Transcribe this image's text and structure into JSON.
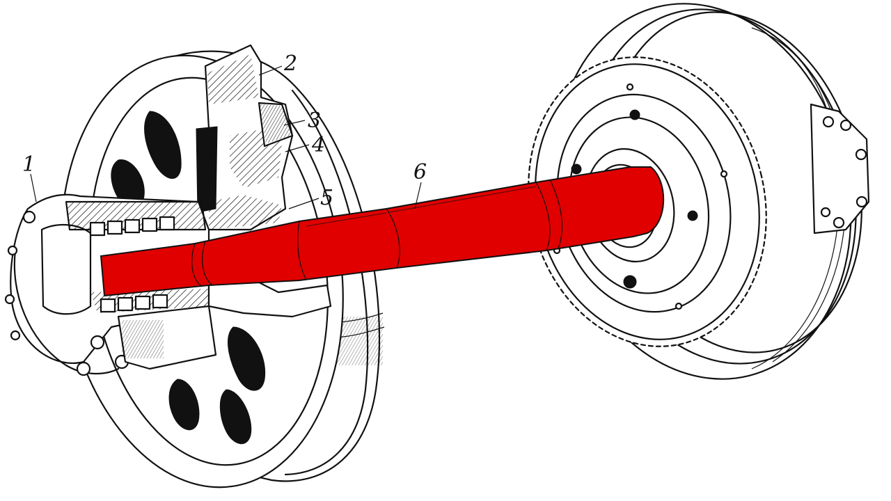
{
  "figure": {
    "axle_color": "#e00000",
    "line_color": "#111111",
    "background": "#ffffff"
  },
  "labels": [
    {
      "id": "1",
      "text": "1"
    },
    {
      "id": "2",
      "text": "2"
    },
    {
      "id": "3",
      "text": "3"
    },
    {
      "id": "4",
      "text": "4"
    },
    {
      "id": "5",
      "text": "5"
    },
    {
      "id": "6",
      "text": "6"
    }
  ]
}
